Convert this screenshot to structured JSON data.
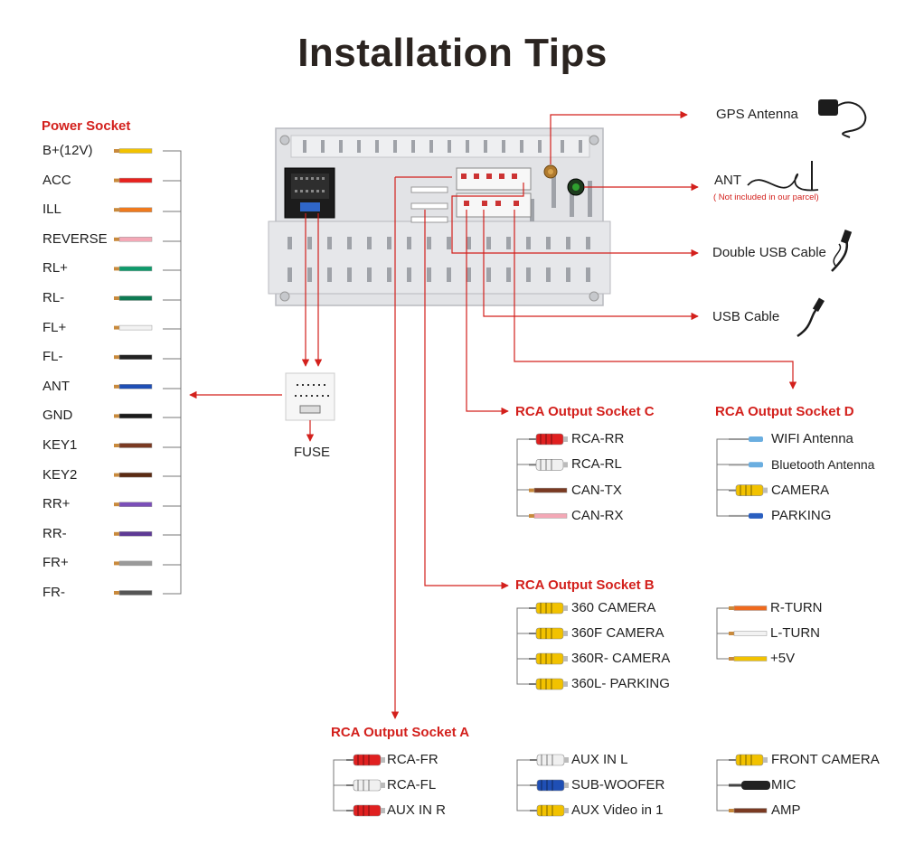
{
  "title": "Installation Tips",
  "colors": {
    "accent_red": "#d3201c",
    "line_gray": "#777777"
  },
  "power_socket": {
    "heading": "Power Socket",
    "pins": [
      {
        "label": "B+(12V)",
        "color": "#f2c200"
      },
      {
        "label": "ACC",
        "color": "#e8211d"
      },
      {
        "label": "ILL",
        "color": "#ef7a1e"
      },
      {
        "label": "REVERSE",
        "color": "#f4a8b6"
      },
      {
        "label": "RL+",
        "color": "#0f9a6b"
      },
      {
        "label": "RL-",
        "color": "#0d7a52"
      },
      {
        "label": "FL+",
        "color": "#f2f2f2"
      },
      {
        "label": "FL-",
        "color": "#222222"
      },
      {
        "label": "ANT",
        "color": "#1f4fb5"
      },
      {
        "label": "GND",
        "color": "#1a1a1a"
      },
      {
        "label": "KEY1",
        "color": "#7a3a22"
      },
      {
        "label": "KEY2",
        "color": "#5a2a12"
      },
      {
        "label": "RR+",
        "color": "#7b4fb8"
      },
      {
        "label": "RR-",
        "color": "#5e3a95"
      },
      {
        "label": "FR+",
        "color": "#9a9a9a"
      },
      {
        "label": "FR-",
        "color": "#555555"
      }
    ]
  },
  "fuse": {
    "label": "FUSE"
  },
  "accessories": {
    "gps": "GPS Antenna",
    "ant": "ANT",
    "ant_note": "( Not included in our parcel)",
    "double_usb": "Double USB Cable",
    "usb": "USB Cable"
  },
  "socket_c": {
    "heading": "RCA Output Socket C",
    "items": [
      {
        "label": "RCA-RR",
        "kind": "rca",
        "color": "#e02020"
      },
      {
        "label": "RCA-RL",
        "kind": "rca",
        "color": "#f0f0f0"
      },
      {
        "label": "CAN-TX",
        "kind": "wire",
        "color": "#7a3a22"
      },
      {
        "label": "CAN-RX",
        "kind": "wire",
        "color": "#f4a8b6"
      }
    ]
  },
  "socket_d": {
    "heading": "RCA Output Socket D",
    "items": [
      {
        "label": "WIFI Antenna",
        "kind": "ant",
        "color": "#6aaee0"
      },
      {
        "label": "Bluetooth Antenna",
        "kind": "ant",
        "color": "#6aaee0"
      },
      {
        "label": "CAMERA",
        "kind": "rca",
        "color": "#f2c200"
      },
      {
        "label": "PARKING",
        "kind": "ant",
        "color": "#2a5fc0"
      }
    ]
  },
  "socket_b": {
    "heading": "RCA Output Socket B",
    "left_items": [
      {
        "label": "360 CAMERA",
        "kind": "rca",
        "color": "#f2c200"
      },
      {
        "label": "360F CAMERA",
        "kind": "rca",
        "color": "#f2c200"
      },
      {
        "label": "360R- CAMERA",
        "kind": "rca",
        "color": "#f2c200"
      },
      {
        "label": "360L- PARKING",
        "kind": "rca",
        "color": "#f2c200"
      }
    ],
    "right_items": [
      {
        "label": "R-TURN",
        "kind": "wire",
        "color": "#ef6a1e"
      },
      {
        "label": "L-TURN",
        "kind": "wire",
        "color": "#f2f2f2"
      },
      {
        "label": "+5V",
        "kind": "wire",
        "color": "#f2c200"
      }
    ]
  },
  "socket_a": {
    "heading": "RCA Output Socket A",
    "col1": [
      {
        "label": "RCA-FR",
        "kind": "rca",
        "color": "#e02020"
      },
      {
        "label": "RCA-FL",
        "kind": "rca",
        "color": "#f0f0f0"
      },
      {
        "label": "AUX IN R",
        "kind": "rca",
        "color": "#e02020"
      }
    ],
    "col2": [
      {
        "label": "AUX IN L",
        "kind": "rca",
        "color": "#f0f0f0"
      },
      {
        "label": "SUB-WOOFER",
        "kind": "rca",
        "color": "#1f4fb5"
      },
      {
        "label": "AUX Video in 1",
        "kind": "rca",
        "color": "#f2c200"
      }
    ],
    "col3": [
      {
        "label": "FRONT CAMERA",
        "kind": "rca",
        "color": "#f2c200"
      },
      {
        "label": "MIC",
        "kind": "mic",
        "color": "#222222"
      },
      {
        "label": "AMP",
        "kind": "wire",
        "color": "#7a3a22"
      }
    ]
  }
}
